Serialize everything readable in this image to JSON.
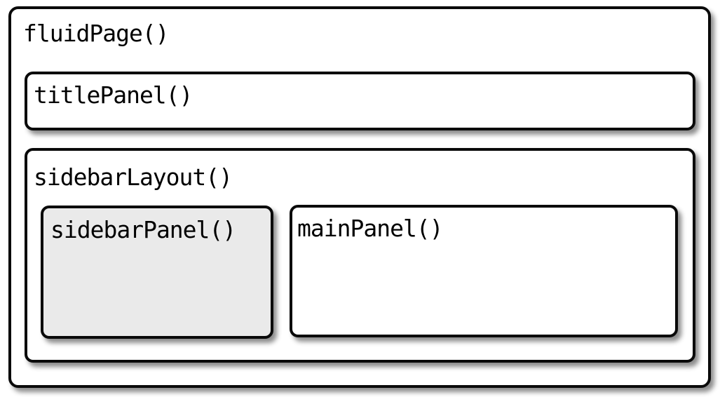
{
  "diagram": {
    "fluid_page_label": "fluidPage()",
    "title_panel_label": "titlePanel()",
    "sidebar_layout_label": "sidebarLayout()",
    "sidebar_panel_label": "sidebarPanel()",
    "main_panel_label": "mainPanel()"
  },
  "colors": {
    "border": "#0a0a0a",
    "box-fill": "#ffffff",
    "sidebar-fill": "#eaeaea",
    "text": "#000000"
  }
}
